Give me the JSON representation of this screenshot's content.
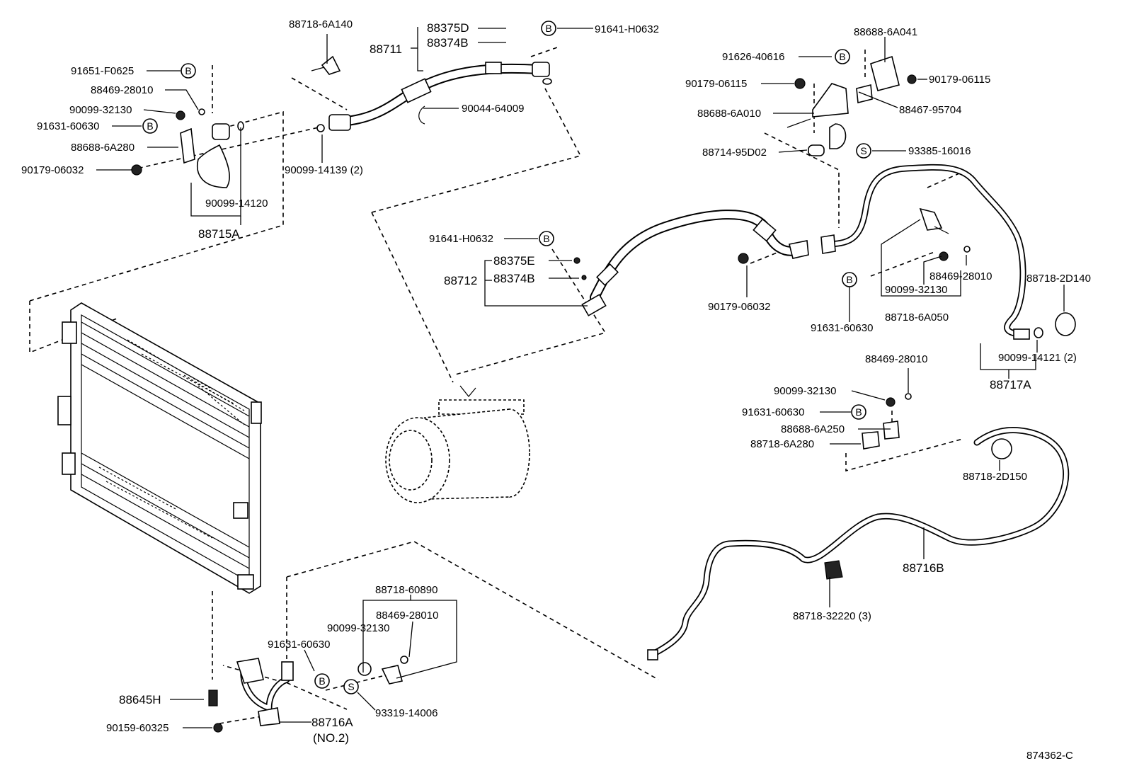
{
  "diagram_id": "874362-C",
  "labels": {
    "l_88718_6A140": "88718-6A140",
    "l_88375D": "88375D",
    "l_88711": "88711",
    "l_88374B_a": "88374B",
    "l_91641_H0632_a": "91641-H0632",
    "l_91651_F0625": "91651-F0625",
    "l_88469_28010_a": "88469-28010",
    "l_90099_32130_a": "90099-32130",
    "l_91631_60630_a": "91631-60630",
    "l_88688_6A280": "88688-6A280",
    "l_90179_06032_a": "90179-06032",
    "l_90099_14139": "90099-14139 (2)",
    "l_90044_64009": "90044-64009",
    "l_90099_14120": "90099-14120",
    "l_88715A": "88715A",
    "l_91626_40616": "91626-40616",
    "l_88688_6A041": "88688-6A041",
    "l_90179_06115_a": "90179-06115",
    "l_90179_06115_b": "90179-06115",
    "l_88467_95704": "88467-95704",
    "l_88688_6A010": "88688-6A010",
    "l_88714_95D02": "88714-95D02",
    "l_93385_16016": "93385-16016",
    "l_91641_H0632_b": "91641-H0632",
    "l_88375E": "88375E",
    "l_88712": "88712",
    "l_88374B_b": "88374B",
    "l_90179_06032_b": "90179-06032",
    "l_88469_28010_b": "88469-28010",
    "l_90099_32130_b": "90099-32130",
    "l_88718_6A050": "88718-6A050",
    "l_91631_60630_b": "91631-60630",
    "l_88718_2D140": "88718-2D140",
    "l_90099_14121": "90099-14121 (2)",
    "l_88717A": "88717A",
    "l_88469_28010_c": "88469-28010",
    "l_90099_32130_c": "90099-32130",
    "l_91631_60630_c": "91631-60630",
    "l_88688_6A250": "88688-6A250",
    "l_88718_6A280": "88718-6A280",
    "l_88718_2D150": "88718-2D150",
    "l_88716B": "88716B",
    "l_88718_32220": "88718-32220 (3)",
    "l_88718_60890": "88718-60890",
    "l_88469_28010_d": "88469-28010",
    "l_90099_32130_d": "90099-32130",
    "l_91631_60630_d": "91631-60630",
    "l_88645H": "88645H",
    "l_93319_14006": "93319-14006",
    "l_90159_60325": "90159-60325",
    "l_88716A": "88716A",
    "l_88716A_no2": "(NO.2)"
  },
  "symbols": {
    "bolt": "B",
    "standard": "S"
  }
}
